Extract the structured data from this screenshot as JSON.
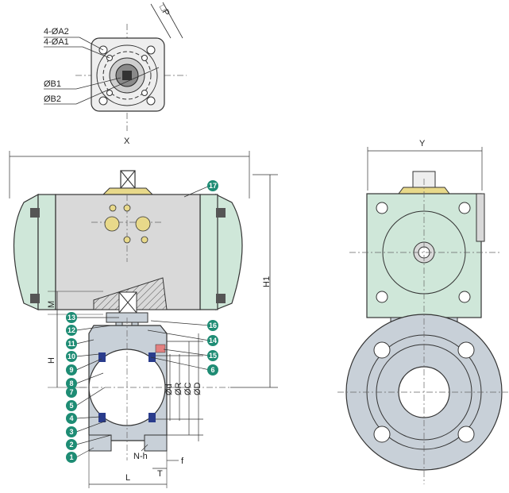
{
  "top_view": {
    "labels": {
      "a2": "4-ØA2",
      "a1": "4-ØA1",
      "b1": "ØB1",
      "b2": "ØB2",
      "p": "□P"
    }
  },
  "side_view": {
    "dims": {
      "x": "X",
      "h1": "H1",
      "m": "M",
      "h": "H",
      "d": "Ød",
      "r": "ØR",
      "c": "ØC",
      "D": "ØD",
      "nh": "N-h",
      "t": "T",
      "f": "f",
      "l": "L"
    },
    "parts": [
      "1",
      "2",
      "3",
      "4",
      "5",
      "6",
      "7",
      "8",
      "9",
      "10",
      "11",
      "12",
      "13",
      "14",
      "15",
      "16",
      "17"
    ]
  },
  "end_view": {
    "dims": {
      "y": "Y"
    }
  },
  "colors": {
    "actuator_body": "#d9d9d9",
    "end_cap": "#cfe7d9",
    "valve_body": "#c8d0d8",
    "yellow": "#e8d98a",
    "seat_blue": "#2a3c8c",
    "callout": "#1e8c74"
  }
}
